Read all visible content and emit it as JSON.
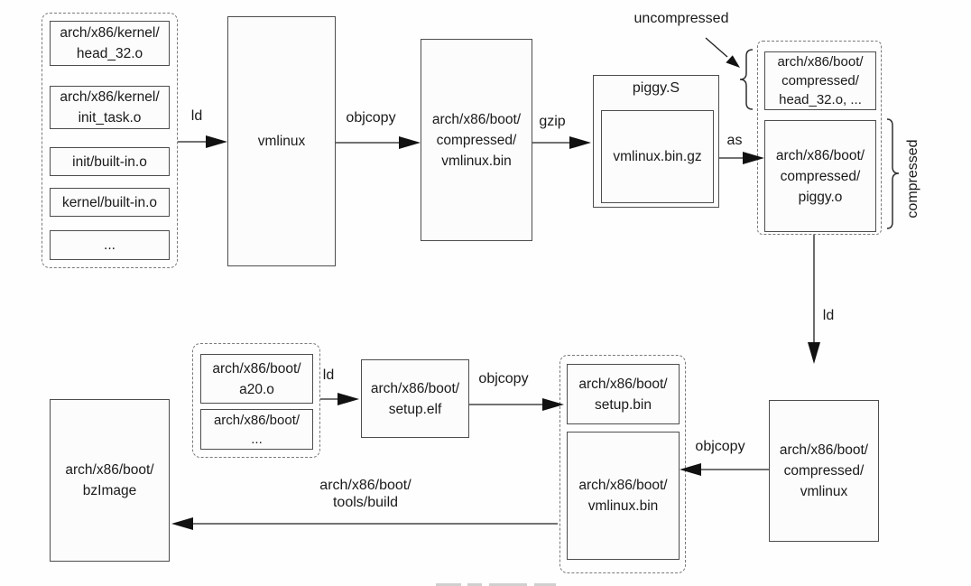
{
  "colors": {
    "background": "#fefefe",
    "node_fill": "#fcfcfc",
    "node_border": "#4d4d4d",
    "group_border": "#7a7a7a",
    "text": "#1a1a1a",
    "arrow": "#111111"
  },
  "nodes": {
    "head32_kernel": {
      "lines": [
        "arch/x86/kernel/",
        "head_32.o"
      ]
    },
    "init_task": {
      "lines": [
        "arch/x86/kernel/",
        "init_task.o"
      ]
    },
    "init_builtin": {
      "lines": [
        "init/built-in.o"
      ]
    },
    "kernel_builtin": {
      "lines": [
        "kernel/built-in.o"
      ]
    },
    "more_kernel_objects": {
      "lines": [
        "..."
      ]
    },
    "vmlinux": {
      "lines": [
        "vmlinux"
      ]
    },
    "compressed_vmlinux_bin": {
      "lines": [
        "arch/x86/boot/",
        "compressed/",
        "vmlinux.bin"
      ]
    },
    "piggy_s": {
      "title": "piggy.S"
    },
    "vmlinux_bin_gz": {
      "lines": [
        "vmlinux.bin.gz"
      ]
    },
    "compressed_head32": {
      "lines": [
        "arch/x86/boot/",
        "compressed/",
        "head_32.o, ..."
      ]
    },
    "compressed_piggy_o": {
      "lines": [
        "arch/x86/boot/",
        "compressed/",
        "piggy.o"
      ]
    },
    "compressed_vmlinux": {
      "lines": [
        "arch/x86/boot/",
        "compressed/",
        "vmlinux"
      ]
    },
    "setup_bin": {
      "lines": [
        "arch/x86/boot/",
        "setup.bin"
      ]
    },
    "boot_vmlinux_bin": {
      "lines": [
        "arch/x86/boot/",
        "vmlinux.bin"
      ]
    },
    "setup_elf": {
      "lines": [
        "arch/x86/boot/",
        "setup.elf"
      ]
    },
    "a20_o": {
      "lines": [
        "arch/x86/boot/",
        "a20.o"
      ]
    },
    "more_boot_objects": {
      "lines": [
        "arch/x86/boot/",
        "..."
      ]
    },
    "bzimage": {
      "lines": [
        "arch/x86/boot/",
        "bzImage"
      ]
    }
  },
  "edge_labels": {
    "ld_vmlinux": "ld",
    "objcopy_compressed_vmlinux_bin": "objcopy",
    "gzip": "gzip",
    "as": "as",
    "ld_compressed_vmlinux": "ld",
    "objcopy_boot_vmlinux_bin": "objcopy",
    "objcopy_setup_bin": "objcopy",
    "ld_setup_elf": "ld",
    "tools_build": {
      "lines": [
        "arch/x86/boot/",
        "tools/build"
      ]
    }
  },
  "annotations": {
    "uncompressed": "uncompressed",
    "compressed": "compressed"
  }
}
